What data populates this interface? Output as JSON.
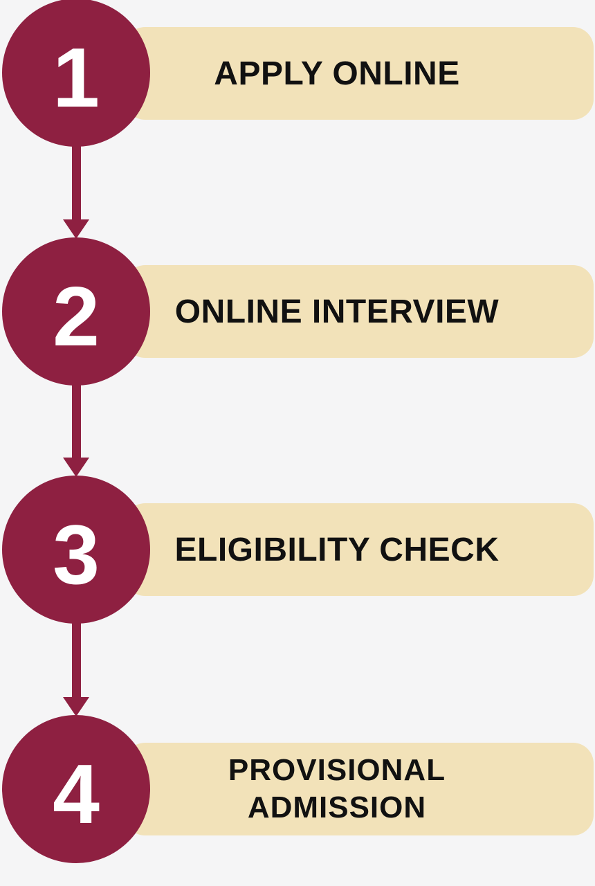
{
  "palette": {
    "maroon": "#8E2041",
    "cream": "#F2E2B9",
    "background": "#F5F5F6",
    "label_text": "#111111",
    "number_text": "#FFFFFF"
  },
  "process": {
    "steps": [
      {
        "number": "1",
        "label": "APPLY ONLINE"
      },
      {
        "number": "2",
        "label": "ONLINE INTERVIEW"
      },
      {
        "number": "3",
        "label": "ELIGIBILITY CHECK"
      },
      {
        "number": "4",
        "label": "PROVISIONAL ADMISSION"
      }
    ]
  }
}
